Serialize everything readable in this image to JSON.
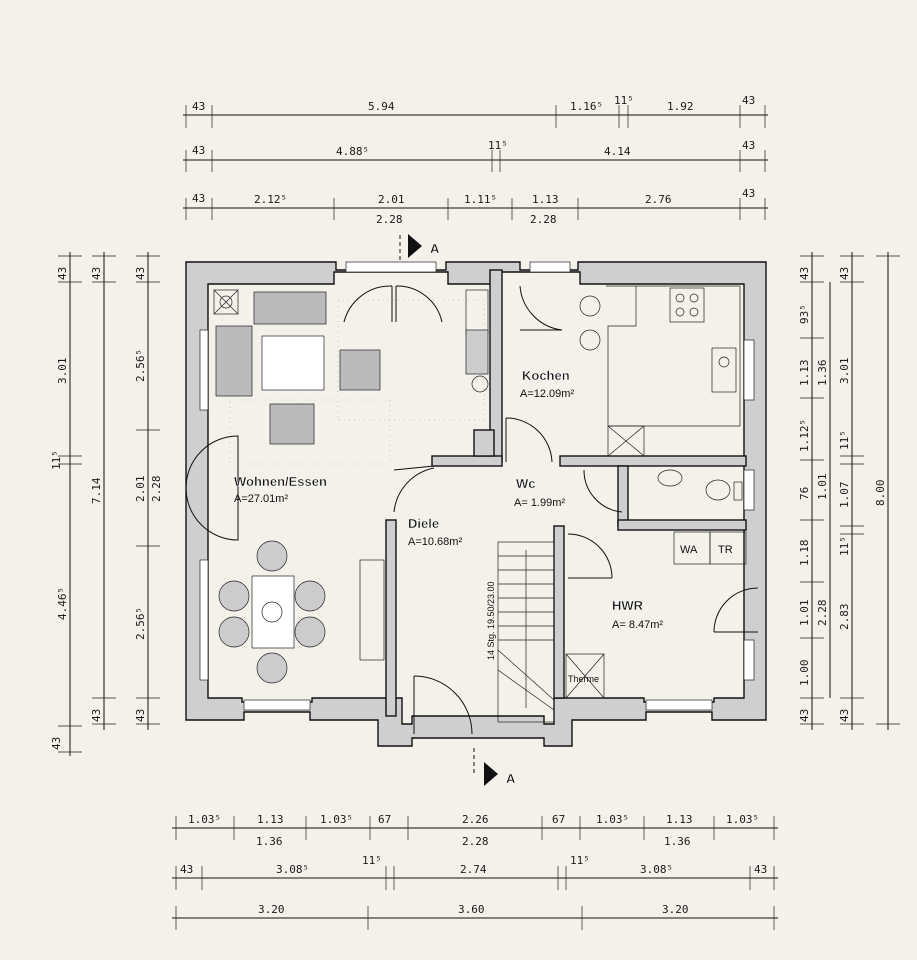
{
  "section_marker": "A",
  "dims_top": {
    "row1": [
      "43",
      "5.94",
      "1.16⁵",
      "11⁵",
      "1.92",
      "43"
    ],
    "row2": [
      "43",
      "4.88⁵",
      "11⁵",
      "4.14",
      "43"
    ],
    "row3": [
      "43",
      "2.12⁵",
      "2.01",
      "1.11⁵",
      "1.13",
      "2.76",
      "43"
    ],
    "row3_sub": [
      "2.28",
      "2.28"
    ]
  },
  "dims_bottom": {
    "row1": [
      "1.03⁵",
      "1.13",
      "1.03⁵",
      "67",
      "2.26",
      "67",
      "1.03⁵",
      "1.13",
      "1.03⁵"
    ],
    "row1_sub": [
      "1.36",
      "2.28",
      "1.36"
    ],
    "row2": [
      "43",
      "3.08⁵",
      "11⁵",
      "2.74",
      "11⁵",
      "3.08⁵",
      "43"
    ],
    "row3": [
      "3.20",
      "3.60",
      "3.20"
    ]
  },
  "dims_left": {
    "outer": [
      "43",
      "3.01",
      "11⁵",
      "4.46⁵",
      "43"
    ],
    "middle": [
      "43",
      "7.14",
      "43"
    ],
    "inner": [
      "43",
      "2.56⁵",
      "2.01",
      "2.56⁵",
      "43"
    ],
    "inner_sub": [
      "2.28"
    ]
  },
  "dims_right": {
    "inner": [
      "43",
      "93⁵",
      "1.13",
      "1.12⁵",
      "76",
      "1.18",
      "1.01",
      "1.00",
      "43"
    ],
    "inner2": [
      "1.36",
      "1.01",
      "2.28"
    ],
    "inner3": [
      "43",
      "3.01",
      "11⁵",
      "1.07",
      "11⁵",
      "2.83",
      "43"
    ],
    "outer": [
      "8.00"
    ]
  },
  "rooms": [
    {
      "name": "Wohnen/Essen",
      "area": "A=27.01m²"
    },
    {
      "name": "Kochen",
      "area": "A=12.09m²"
    },
    {
      "name": "Wc",
      "area": "A=  1.99m²"
    },
    {
      "name": "Diele",
      "area": "A=10.68m²"
    },
    {
      "name": "HWR",
      "area": "A=  8.47m²"
    }
  ],
  "fixtures": {
    "washer": "WA",
    "dryer": "TR",
    "boiler": "Therme",
    "stairs": "14  Stg.  19.50/23.00"
  }
}
